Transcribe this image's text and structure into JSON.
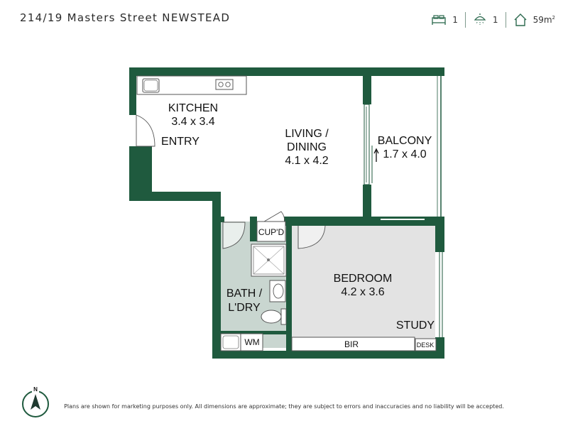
{
  "header": {
    "address": "214/19 Masters Street NEWSTEAD",
    "bedrooms": "1",
    "bathrooms": "1",
    "area": "59m",
    "area_unit_sup": "2"
  },
  "rooms": {
    "kitchen_name": "KITCHEN",
    "kitchen_dims": "3.4 x 3.4",
    "entry": "ENTRY",
    "living_line1": "LIVING /",
    "living_line2": "DINING",
    "living_dims": "4.1 x 4.2",
    "balcony_name": "BALCONY",
    "balcony_dims": "1.7 x 4.0",
    "cupboard": "CUP'D",
    "bath_line1": "BATH /",
    "bath_line2": "L'DRY",
    "wm": "WM",
    "bedroom_name": "BEDROOM",
    "bedroom_dims": "4.2 x 3.6",
    "study": "STUDY",
    "bir": "BIR",
    "desk": "DESK"
  },
  "footer": {
    "disclaimer": "Plans are shown for marketing purposes only. All dimensions are approximate; they are subject to errors and inaccuracies and no liability will be accepted.",
    "compass_label": "N"
  },
  "colors": {
    "wall": "#1f5a3e",
    "bedroom_fill": "#e3e3e3",
    "bath_fill": "#c9d6d0",
    "icon": "#2d6a4f"
  }
}
